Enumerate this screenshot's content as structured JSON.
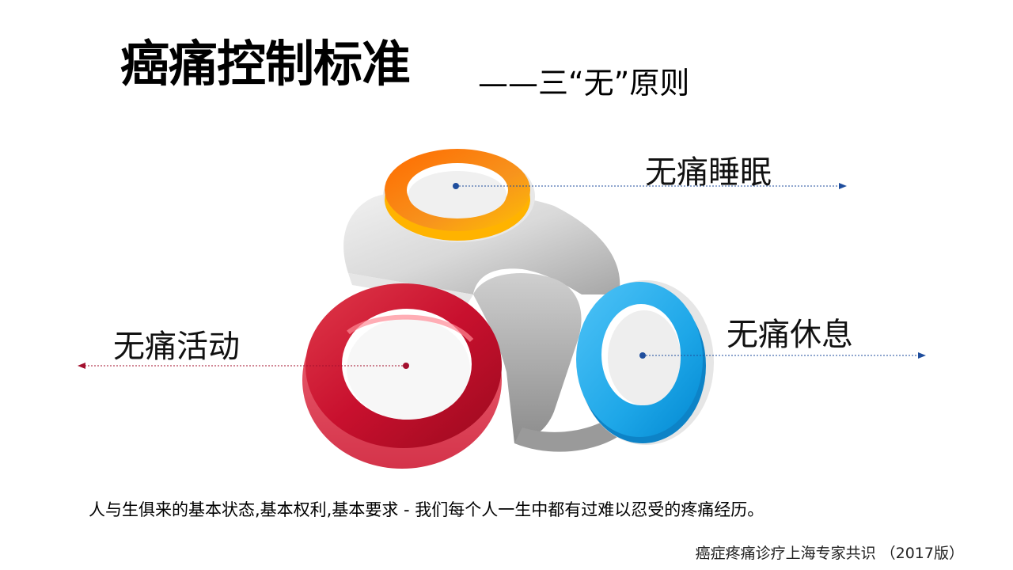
{
  "slide": {
    "title": "癌痛控制标准",
    "subtitle": "——三“无”原则",
    "items": [
      {
        "label": "无痛睡眠",
        "color": "#f7941d"
      },
      {
        "label": "无痛休息",
        "color": "#1ea7e8"
      },
      {
        "label": "无痛活动",
        "color": "#c8102e"
      }
    ],
    "description": "人与生俱来的基本状态,基本权利,基本要求 - 我们每个人一生中都有过难以忍受的疼痛经历。",
    "source": "癌症疼痛诊疗上海专家共识 （2017版）"
  }
}
